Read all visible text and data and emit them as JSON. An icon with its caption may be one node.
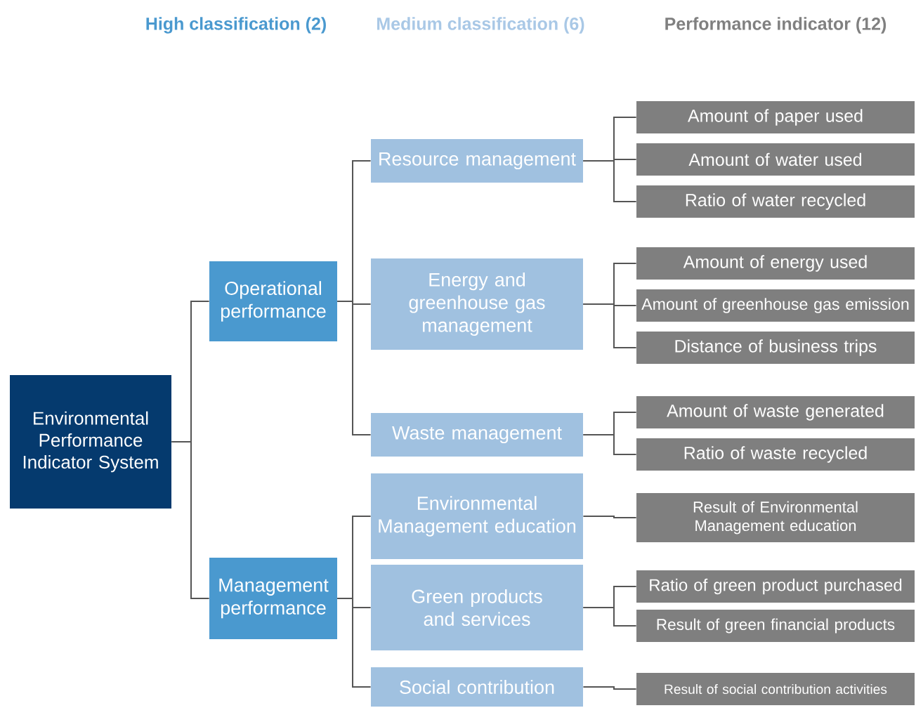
{
  "diagram": {
    "nodes": [
      {
        "text": [
          "Environmental Performance Indicator System"
        ]
      },
      {
        "text": [
          "Operational performance"
        ]
      },
      {
        "text": [
          "Management performance"
        ]
      },
      {
        "text": [
          "Resource management"
        ]
      },
      {
        "text": [
          "Energy and greenhouse gas management"
        ]
      },
      {
        "text": [
          "Waste management"
        ]
      },
      {
        "text": [
          "Environmental Management education"
        ]
      },
      {
        "text": [
          "Green products and services"
        ]
      },
      {
        "text": [
          "Social contribution"
        ]
      },
      {
        "text": [
          "Amount of paper used"
        ]
      },
      {
        "text": [
          "Amount of water used"
        ]
      },
      {
        "text": [
          "Ratio of water recycled"
        ]
      },
      {
        "text": [
          "Amount of energy used"
        ]
      },
      {
        "text": [
          "Amount of greenhouse gas emission"
        ]
      },
      {
        "text": [
          "Distance of business trips"
        ]
      },
      {
        "text": [
          "Amount of waste generated"
        ]
      },
      {
        "text": [
          "Ratio of waste recycled"
        ]
      },
      {
        "text": [
          "Result of Environmental Management education"
        ]
      },
      {
        "text": [
          "Ratio of green product purchased"
        ]
      },
      {
        "text": [
          "Result of green financial products"
        ]
      },
      {
        "text": [
          "Result of social contribution activities"
        ]
      }
    ],
    "edges": [
      {
        "from": 0,
        "to": 1,
        "arrow": "none"
      },
      {
        "from": 0,
        "to": 2,
        "arrow": "none"
      },
      {
        "from": 1,
        "to": 3,
        "arrow": "none"
      },
      {
        "from": 1,
        "to": 4,
        "arrow": "none"
      },
      {
        "from": 1,
        "to": 5,
        "arrow": "none"
      },
      {
        "from": 2,
        "to": 6,
        "arrow": "none"
      },
      {
        "from": 2,
        "to": 7,
        "arrow": "none"
      },
      {
        "from": 2,
        "to": 8,
        "arrow": "none"
      },
      {
        "from": 3,
        "to": 9,
        "arrow": "none"
      },
      {
        "from": 3,
        "to": 10,
        "arrow": "none"
      },
      {
        "from": 3,
        "to": 11,
        "arrow": "none"
      },
      {
        "from": 4,
        "to": 12,
        "arrow": "none"
      },
      {
        "from": 4,
        "to": 13,
        "arrow": "none"
      },
      {
        "from": 4,
        "to": 14,
        "arrow": "none"
      },
      {
        "from": 5,
        "to": 15,
        "arrow": "none"
      },
      {
        "from": 5,
        "to": 16,
        "arrow": "none"
      },
      {
        "from": 6,
        "to": 17,
        "arrow": "none"
      },
      {
        "from": 7,
        "to": 18,
        "arrow": "none"
      },
      {
        "from": 7,
        "to": 19,
        "arrow": "none"
      },
      {
        "from": 8,
        "to": 20,
        "arrow": "none"
      }
    ],
    "labels": [
      "High classification (2)",
      "Medium classification (6)",
      "Performance indicator (12)"
    ]
  }
}
